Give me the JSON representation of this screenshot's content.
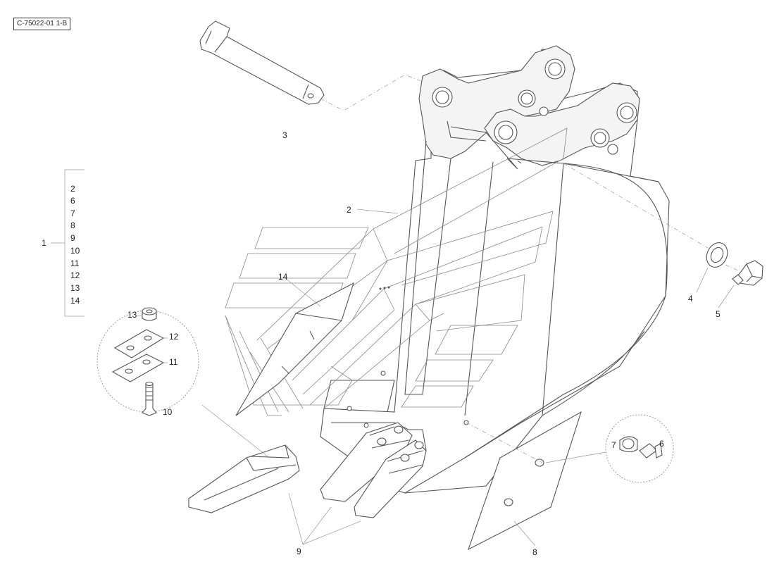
{
  "reference_code": "C-75022-01 1-B",
  "callouts": {
    "c1": "1",
    "c2": "2",
    "c3": "3",
    "c4": "4",
    "c5": "5",
    "c6": "6",
    "c7": "7",
    "c8": "8",
    "c9": "9",
    "c10": "10",
    "c11": "11",
    "c12": "12",
    "c13": "13",
    "c14": "14"
  },
  "assembly_list": [
    "2",
    "6",
    "7",
    "8",
    "9",
    "10",
    "11",
    "12",
    "13",
    "14"
  ]
}
